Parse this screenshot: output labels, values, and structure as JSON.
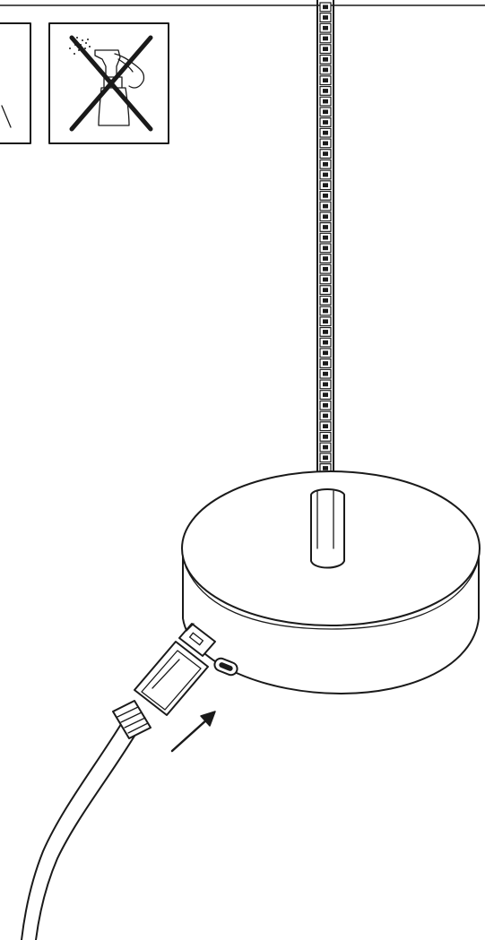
{
  "illustration": {
    "panels": [
      {
        "id": "care-wipe",
        "prohibited": false
      },
      {
        "id": "no-spray-cleaner",
        "prohibited": true
      }
    ],
    "lamp": {
      "led_strip_segments": 46,
      "connector": "usb-c"
    },
    "insert_direction": "up-right",
    "colors": {
      "line": "#1a1a1a",
      "background": "#ffffff"
    }
  }
}
